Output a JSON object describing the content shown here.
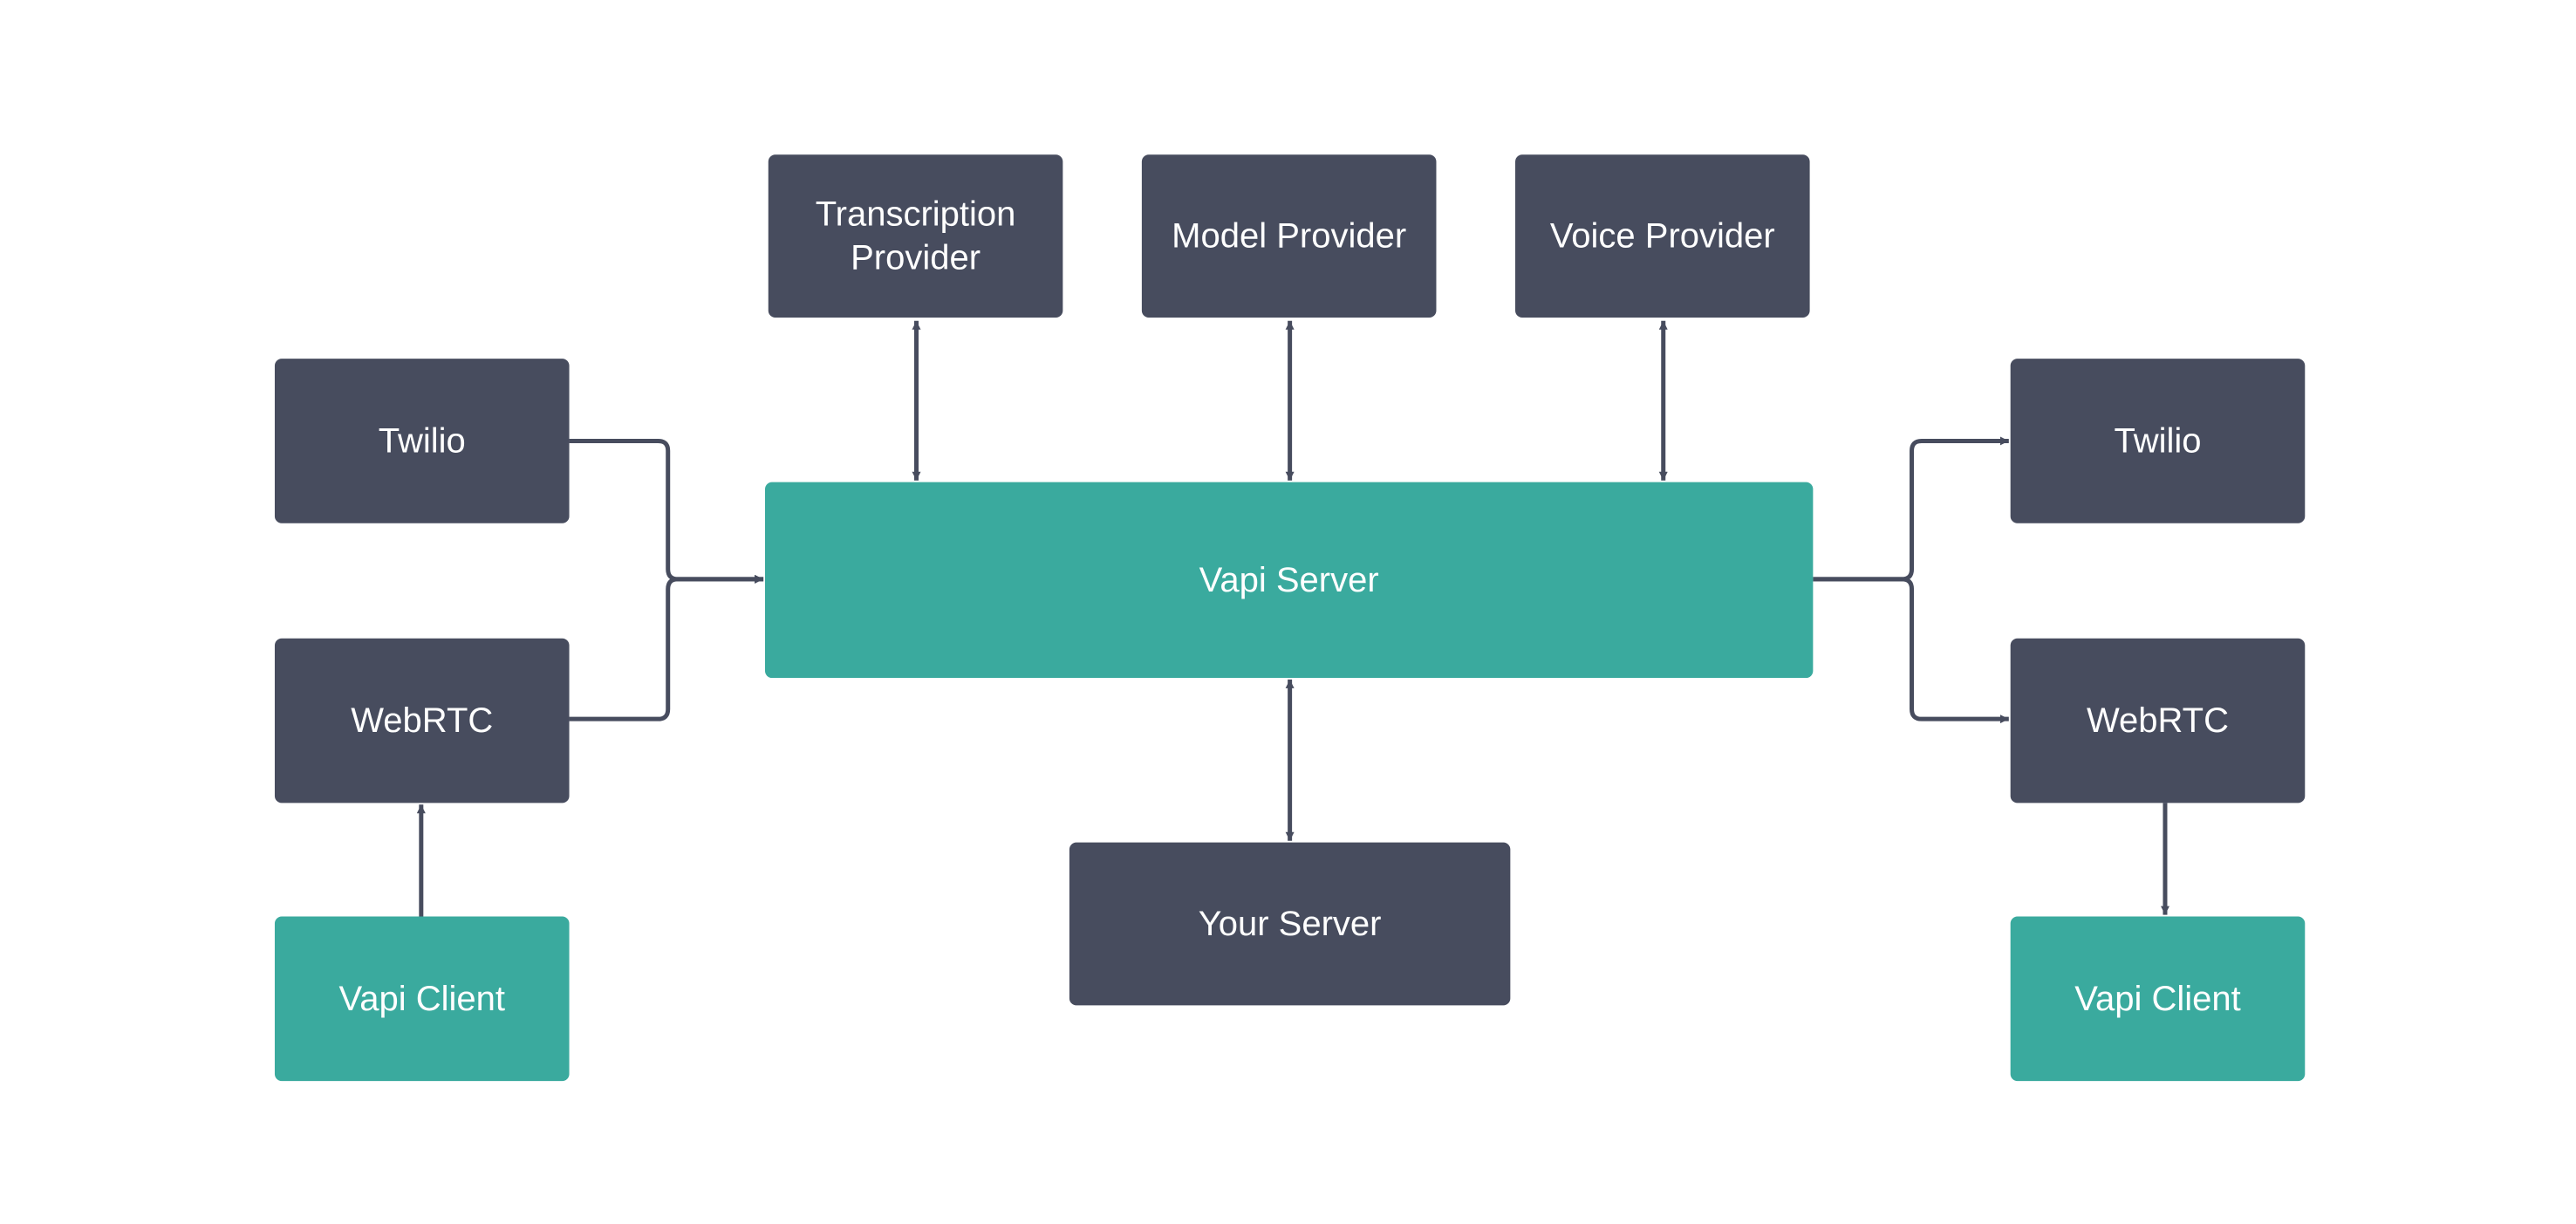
{
  "colors": {
    "dark_box": "#474c5e",
    "accent_box": "#3aaa9e",
    "line": "#474c5e",
    "background": "#ffffff"
  },
  "nodes": {
    "transcription_provider": {
      "label_lines": [
        "Transcription",
        "Provider"
      ],
      "style": "dark"
    },
    "model_provider": {
      "label_lines": [
        "Model Provider"
      ],
      "style": "dark"
    },
    "voice_provider": {
      "label_lines": [
        "Voice Provider"
      ],
      "style": "dark"
    },
    "twilio_left": {
      "label_lines": [
        "Twilio"
      ],
      "style": "dark"
    },
    "webrtc_left": {
      "label_lines": [
        "WebRTC"
      ],
      "style": "dark"
    },
    "vapi_client_left": {
      "label_lines": [
        "Vapi Client"
      ],
      "style": "accent"
    },
    "vapi_server": {
      "label_lines": [
        "Vapi Server"
      ],
      "style": "accent"
    },
    "your_server": {
      "label_lines": [
        "Your Server"
      ],
      "style": "dark"
    },
    "twilio_right": {
      "label_lines": [
        "Twilio"
      ],
      "style": "dark"
    },
    "webrtc_right": {
      "label_lines": [
        "WebRTC"
      ],
      "style": "dark"
    },
    "vapi_client_right": {
      "label_lines": [
        "Vapi Client"
      ],
      "style": "accent"
    }
  },
  "edges": [
    {
      "from": "transcription_provider",
      "to": "vapi_server",
      "direction": "both"
    },
    {
      "from": "model_provider",
      "to": "vapi_server",
      "direction": "both"
    },
    {
      "from": "voice_provider",
      "to": "vapi_server",
      "direction": "both"
    },
    {
      "from": "vapi_server",
      "to": "your_server",
      "direction": "both"
    },
    {
      "from": "twilio_left",
      "to": "vapi_server",
      "direction": "forward"
    },
    {
      "from": "webrtc_left",
      "to": "vapi_server",
      "direction": "forward"
    },
    {
      "from": "vapi_client_left",
      "to": "webrtc_left",
      "direction": "forward"
    },
    {
      "from": "vapi_server",
      "to": "twilio_right",
      "direction": "forward"
    },
    {
      "from": "vapi_server",
      "to": "webrtc_right",
      "direction": "forward"
    },
    {
      "from": "webrtc_right",
      "to": "vapi_client_right",
      "direction": "forward"
    }
  ]
}
